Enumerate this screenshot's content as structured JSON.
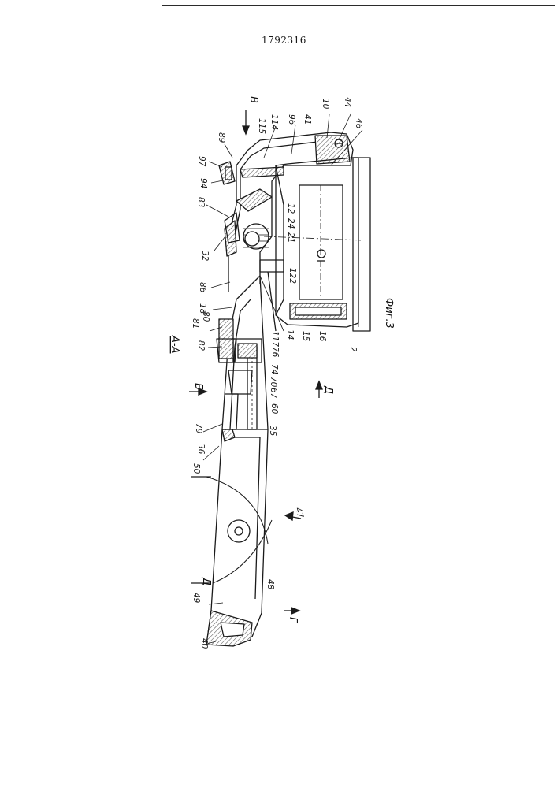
{
  "header": {
    "patent_number": "1792316"
  },
  "figure": {
    "caption": "Фиг.3",
    "section_label": "A-A",
    "view_labels": {
      "b": "Б",
      "v": "В",
      "g": "Г",
      "d": "Д",
      "d2": "Д"
    },
    "callouts": {
      "c2": "2",
      "c10": "10",
      "c12": "12",
      "c14": "14",
      "c15": "15",
      "c16": "16",
      "c18": "18",
      "c21": "21",
      "c24": "24",
      "c32": "32",
      "c35": "35",
      "c36": "36",
      "c40": "40",
      "c41": "41",
      "c44": "44",
      "c46": "46",
      "c47": "47",
      "c48": "48",
      "c49": "49",
      "c50": "50",
      "c60": "60",
      "c67": "67",
      "c70": "70",
      "c74": "74",
      "c76": "76",
      "c79": "79",
      "c80": "80",
      "c81": "81",
      "c82": "82",
      "c83": "83",
      "c86": "86",
      "c89": "89",
      "c94": "94",
      "c96": "96",
      "c97": "97",
      "c114": "114",
      "c115": "115",
      "c117": "117",
      "c122": "122"
    }
  },
  "colors": {
    "ink": "#1a1a1a",
    "paper": "#ffffff",
    "hatch": "#555555"
  }
}
